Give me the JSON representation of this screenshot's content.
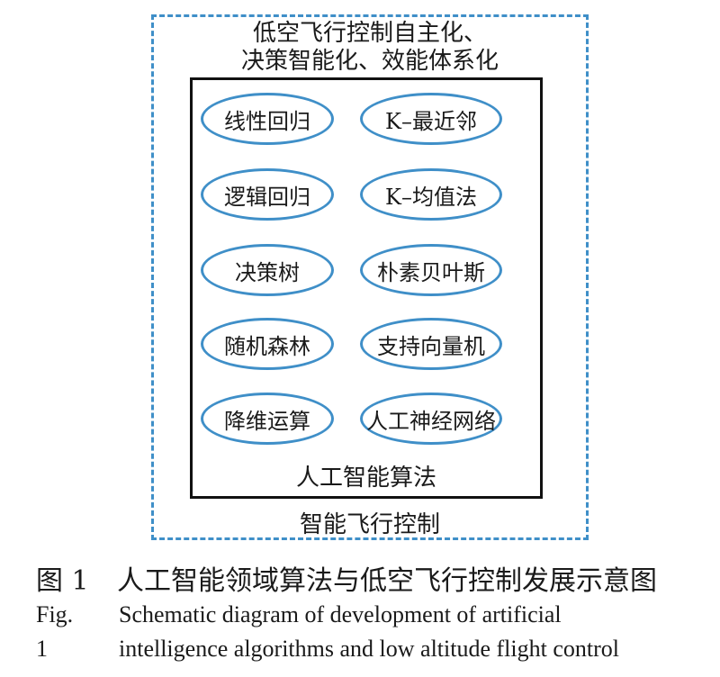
{
  "outer": {
    "title_line1": "低空飞行控制自主化、",
    "title_line2": "决策智能化、效能体系化",
    "label": "智能飞行控制"
  },
  "inner": {
    "label": "人工智能算法"
  },
  "algorithms": {
    "left": [
      "线性回归",
      "逻辑回归",
      "决策树",
      "随机森林",
      "降维运算"
    ],
    "right": [
      "K–最近邻",
      "K–均值法",
      "朴素贝叶斯",
      "支持向量机",
      "人工神经网络"
    ]
  },
  "colors": {
    "accent_blue": "#3f8fc8",
    "box_black": "#111111"
  },
  "caption": {
    "cn_number": "图 1",
    "cn_text": "人工智能领域算法与低空飞行控制发展示意图",
    "en_number": "Fig. 1",
    "en_line1": "Schematic diagram of development of artificial",
    "en_line2": "intelligence algorithms and low altitude flight control"
  }
}
